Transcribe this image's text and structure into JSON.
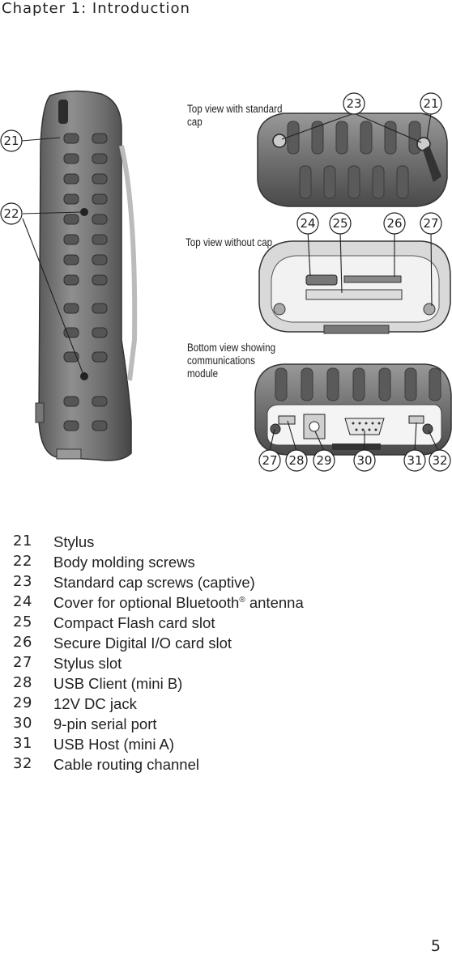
{
  "header": {
    "chapter": "Chapter 1:  Introduction"
  },
  "figure": {
    "captions": {
      "top_with_cap_1": "Top view with standard",
      "top_with_cap_2": "cap",
      "top_without_cap": "Top view without cap",
      "bottom_1": "Bottom view showing",
      "bottom_2": "communications",
      "bottom_3": "module"
    },
    "callouts": [
      "21",
      "22",
      "23",
      "21",
      "24",
      "25",
      "26",
      "27",
      "27",
      "28",
      "29",
      "30",
      "31",
      "32"
    ]
  },
  "legend": [
    {
      "num": "21",
      "label": "Stylus"
    },
    {
      "num": "22",
      "label": "Body molding screws"
    },
    {
      "num": "23",
      "label": "Standard cap screws (captive)"
    },
    {
      "num": "24",
      "label": "Cover for optional Bluetooth",
      "sup": "®",
      "label_after": " antenna"
    },
    {
      "num": "25",
      "label": "Compact Flash card slot"
    },
    {
      "num": "26",
      "label": "Secure Digital I/O card slot"
    },
    {
      "num": "27",
      "label": "Stylus slot"
    },
    {
      "num": "28",
      "label": "USB Client (mini B)"
    },
    {
      "num": "29",
      "label": "12V DC jack"
    },
    {
      "num": "30",
      "label": "9-pin serial port"
    },
    {
      "num": "31",
      "label": "USB Host (mini A)"
    },
    {
      "num": "32",
      "label": "Cable routing channel"
    }
  ],
  "page_number": "5"
}
